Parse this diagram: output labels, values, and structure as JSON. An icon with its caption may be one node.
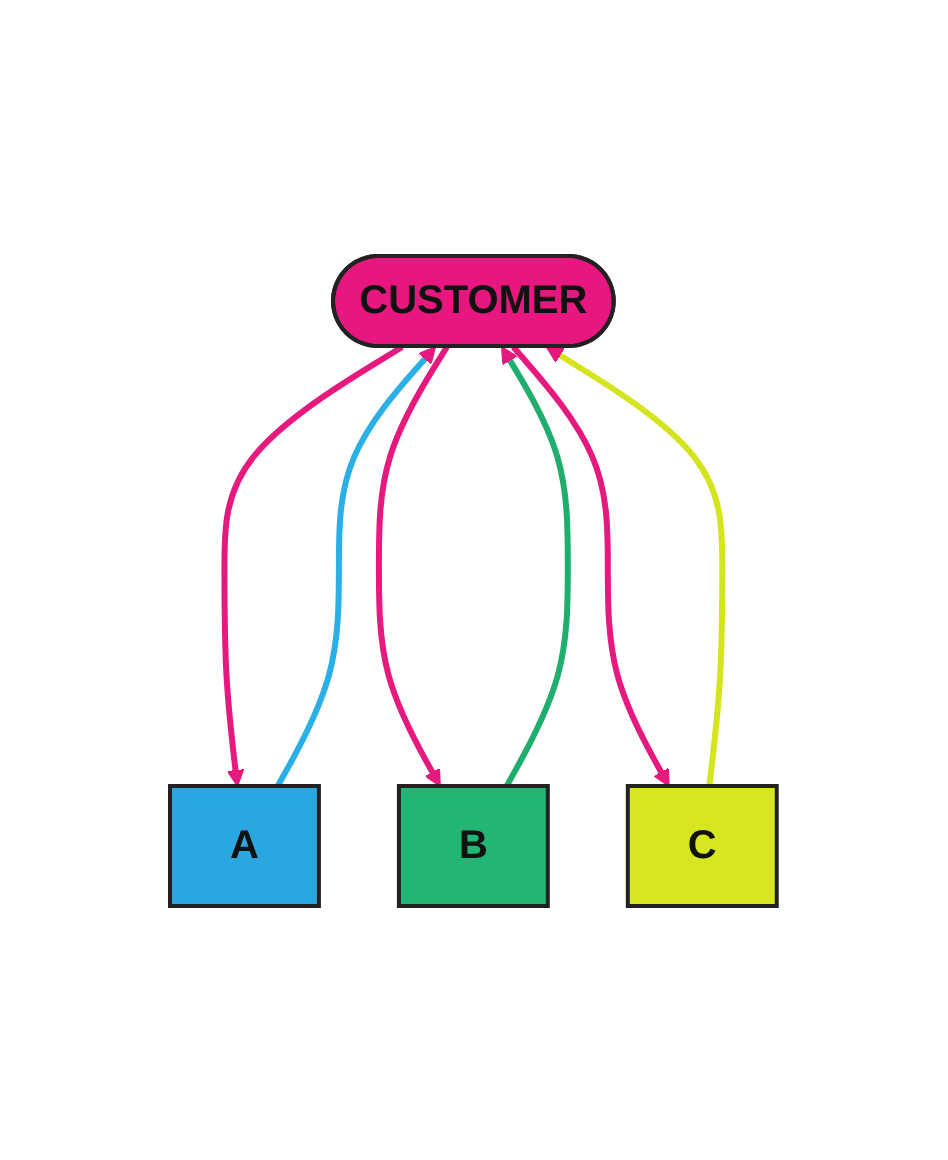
{
  "diagram": {
    "nodes": [
      {
        "text": [
          "CUSTOMER"
        ]
      },
      {
        "text": [
          "A"
        ]
      },
      {
        "text": [
          "B"
        ]
      },
      {
        "text": [
          "C"
        ]
      }
    ],
    "edges": [
      {
        "from": 0,
        "to": 1,
        "arrow": "to"
      },
      {
        "from": 1,
        "to": 0,
        "arrow": "to",
        "color": "#2ab0e6"
      },
      {
        "from": 2,
        "to": 0,
        "arrow": "to",
        "color": "#1fae6e"
      },
      {
        "from": 0,
        "to": 2,
        "arrow": "to"
      },
      {
        "from": 3,
        "to": 0,
        "arrow": "to",
        "color": "#d4e41e"
      },
      {
        "from": 0,
        "to": 3,
        "arrow": "to"
      }
    ]
  }
}
